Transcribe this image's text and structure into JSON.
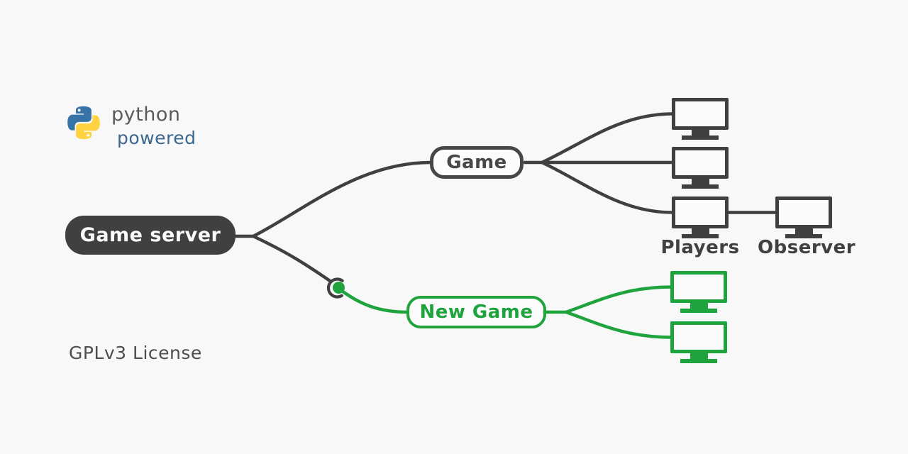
{
  "logo": {
    "wordmark": "python",
    "tagline": "powered"
  },
  "nodes": {
    "server": {
      "label": "Game server"
    },
    "game": {
      "label": "Game"
    },
    "new_game": {
      "label": "New Game"
    }
  },
  "labels": {
    "players": "Players",
    "observer": "Observer",
    "license": "GPLv3 License"
  },
  "clients": {
    "game_monitors": 3,
    "new_game_monitors": 2,
    "observer_monitors": 1
  },
  "colors": {
    "background": "#f8f8f8",
    "dark": "#404040",
    "green": "#1ea33d",
    "logo_blue": "#3873a7",
    "logo_yellow": "#ffd242",
    "wordmark_gray": "#58595b",
    "tagline_blue": "#3a678f"
  }
}
